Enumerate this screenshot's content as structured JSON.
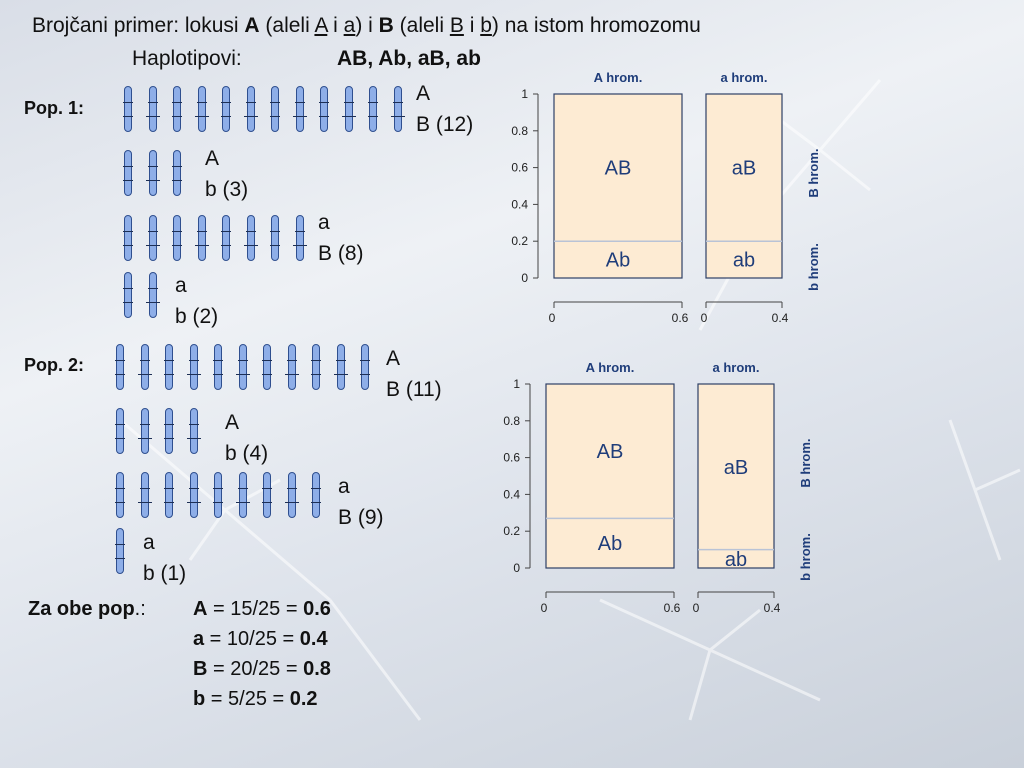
{
  "title": {
    "p1": "Brojčani primer: lokusi ",
    "A": "A",
    "p2": " (aleli ",
    "a_upper": "A",
    "p3": " i ",
    "a_lower": "a",
    "p4": ") i ",
    "B": "B",
    "p5": " (aleli ",
    "b_upper": "B",
    "p6": " i ",
    "b_lower": "b",
    "p7": ") na istom hromozomu"
  },
  "haplotypes": {
    "label": "Haplotipovi:",
    "list": "AB,  Ab,  aB,  ab"
  },
  "pop1": {
    "label": "Pop. 1:",
    "groups": [
      {
        "line1": "A",
        "line2": "B (12)",
        "count": 12
      },
      {
        "line1": "A",
        "line2": "b (3)",
        "count": 3
      },
      {
        "line1": "a",
        "line2": "B  (8)",
        "count": 8
      },
      {
        "line1": "a",
        "line2": "b  (2)",
        "count": 2
      }
    ]
  },
  "pop2": {
    "label": "Pop. 2:",
    "groups": [
      {
        "line1": "A",
        "line2": "B (11)",
        "count": 11
      },
      {
        "line1": "A",
        "line2": "b (4)",
        "count": 4
      },
      {
        "line1": "a",
        "line2": "B  (9)",
        "count": 9
      },
      {
        "line1": "a",
        "line2": "b  (1)",
        "count": 1
      }
    ]
  },
  "summary": {
    "label": "Za obe pop",
    "label_suffix": ".:",
    "lines": [
      {
        "allele": "A",
        "expr": " = 15/25 = ",
        "value": "0.6"
      },
      {
        "allele": "a",
        "expr": " = 10/25 =  ",
        "value": "0.4"
      },
      {
        "allele": "B",
        "expr": " = 20/25 =  ",
        "value": "0.8"
      },
      {
        "allele": "b",
        "expr": " =  5/25  =  ",
        "value": "0.2"
      }
    ]
  },
  "colors": {
    "fill": "#fdebd3",
    "stroke": "#2e3f66",
    "header": "#1f3d7a",
    "chrom": "#8eaee8"
  },
  "chart_data": [
    {
      "type": "mosaic",
      "header_left": "A hrom.",
      "header_right": "a hrom.",
      "side_top": "B hrom.",
      "side_bottom": "b hrom.",
      "yticks": [
        "1",
        "0.8",
        "0.6",
        "0.4",
        "0.2",
        "0"
      ],
      "ytick_values": [
        1,
        0.8,
        0.6,
        0.4,
        0.2,
        0
      ],
      "xticks_left": [
        "0",
        "0.6"
      ],
      "xticks_right": [
        "0",
        "0.4"
      ],
      "columns": [
        {
          "name": "A",
          "freq": 0.6,
          "split": 0.2,
          "top_label": "AB",
          "bottom_label": "Ab"
        },
        {
          "name": "a",
          "freq": 0.4,
          "split": 0.2,
          "top_label": "aB",
          "bottom_label": "ab"
        }
      ]
    },
    {
      "type": "mosaic",
      "header_left": "A hrom.",
      "header_right": "a hrom.",
      "side_top": "B hrom.",
      "side_bottom": "b hrom.",
      "yticks": [
        "1",
        "0.8",
        "0.6",
        "0.4",
        "0.2",
        "0"
      ],
      "ytick_values": [
        1,
        0.8,
        0.6,
        0.4,
        0.2,
        0
      ],
      "xticks_left": [
        "0",
        "0.6"
      ],
      "xticks_right": [
        "0",
        "0.4"
      ],
      "columns": [
        {
          "name": "A",
          "freq": 0.6,
          "split": 0.27,
          "top_label": "AB",
          "bottom_label": "Ab"
        },
        {
          "name": "a",
          "freq": 0.4,
          "split": 0.1,
          "top_label": "aB",
          "bottom_label": "ab"
        }
      ]
    }
  ]
}
